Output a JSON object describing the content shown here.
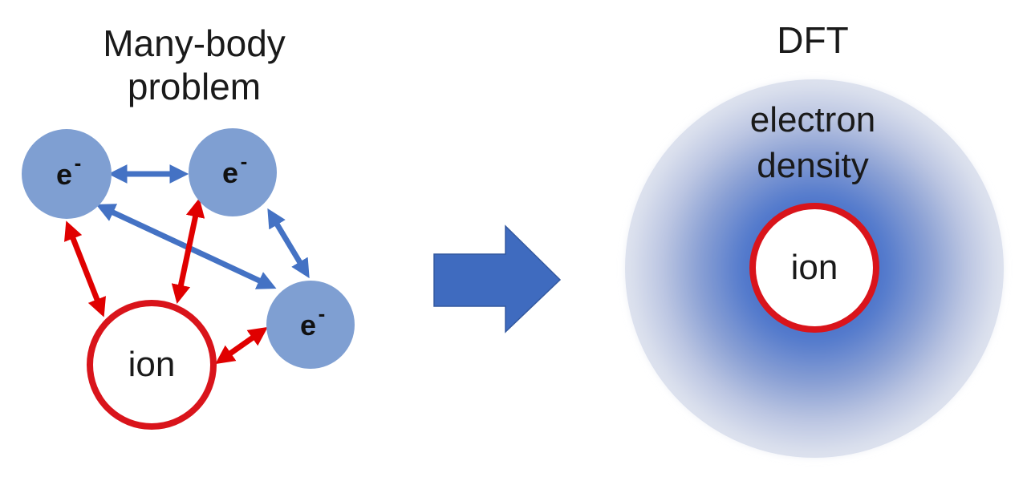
{
  "left_panel": {
    "title_line1": "Many-body",
    "title_line2": "problem",
    "electron_symbol": "e",
    "electron_charge": "-",
    "ion_label": "ion"
  },
  "right_panel": {
    "title": "DFT",
    "density_line1": "electron",
    "density_line2": "density",
    "ion_label": "ion"
  },
  "colors": {
    "electron_fill": "#7f9fd2",
    "electron_link": "#4472c4",
    "ion_link": "#e00000",
    "ion_ring": "#d9141b",
    "big_arrow": "#3f6bbf",
    "density_core": "#4e74c8",
    "density_edge": "#dde2ee"
  }
}
